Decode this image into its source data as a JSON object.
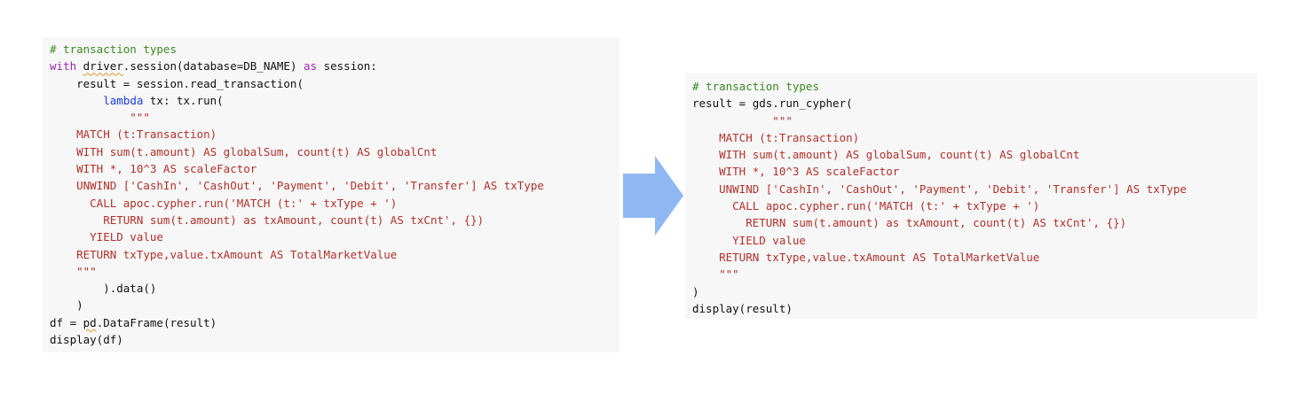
{
  "colors": {
    "comment": "#3c8a23",
    "keyword": "#9c27b0",
    "builtin": "#1a3be0",
    "string": "#b0312b",
    "plain": "#111111",
    "panel_background": "#f7f7f7",
    "arrow": "#8fb8f2"
  },
  "arrow_icon": "arrow-right-icon",
  "left_code": {
    "lines": [
      [
        {
          "t": "# transaction types",
          "c": "comment"
        }
      ],
      [
        {
          "t": "with",
          "c": "keyword"
        },
        {
          "t": " "
        },
        {
          "t": "driver",
          "c": "squig"
        },
        {
          "t": ".session(database=DB_NAME) "
        },
        {
          "t": "as",
          "c": "keyword"
        },
        {
          "t": " session:"
        }
      ],
      [
        {
          "t": "    result = session.read_transaction("
        }
      ],
      [
        {
          "t": "        "
        },
        {
          "t": "lambda",
          "c": "builtin"
        },
        {
          "t": " tx: tx.run("
        }
      ],
      [
        {
          "t": "            \"\"\"",
          "c": "string"
        }
      ],
      [
        {
          "t": "    MATCH (t:Transaction)",
          "c": "string"
        }
      ],
      [
        {
          "t": "    WITH sum(t.amount) AS globalSum, count(t) AS globalCnt",
          "c": "string"
        }
      ],
      [
        {
          "t": "    WITH *, 10^3 AS scaleFactor",
          "c": "string"
        }
      ],
      [
        {
          "t": "    UNWIND ['CashIn', 'CashOut', 'Payment', 'Debit', 'Transfer'] AS txType",
          "c": "string"
        }
      ],
      [
        {
          "t": "      CALL apoc.cypher.run('MATCH (t:' + txType + ')",
          "c": "string"
        }
      ],
      [
        {
          "t": "        RETURN sum(t.amount) as txAmount, count(t) AS txCnt', {})",
          "c": "string"
        }
      ],
      [
        {
          "t": "      YIELD value",
          "c": "string"
        }
      ],
      [
        {
          "t": "    RETURN txType,value.txAmount AS TotalMarketValue",
          "c": "string"
        }
      ],
      [
        {
          "t": "    \"\"\"",
          "c": "string"
        }
      ],
      [
        {
          "t": "        ).data()"
        }
      ],
      [
        {
          "t": "    )"
        }
      ],
      [
        {
          "t": "df = "
        },
        {
          "t": "pd",
          "c": "squig"
        },
        {
          "t": ".DataFrame(result)"
        }
      ],
      [
        {
          "t": "display(df)"
        }
      ]
    ]
  },
  "right_code": {
    "lines": [
      [
        {
          "t": "# transaction types",
          "c": "comment"
        }
      ],
      [
        {
          "t": "result = gds.run_cypher("
        }
      ],
      [
        {
          "t": "            \"\"\"",
          "c": "string"
        }
      ],
      [
        {
          "t": "    MATCH (t:Transaction)",
          "c": "string"
        }
      ],
      [
        {
          "t": "    WITH sum(t.amount) AS globalSum, count(t) AS globalCnt",
          "c": "string"
        }
      ],
      [
        {
          "t": "    WITH *, 10^3 AS scaleFactor",
          "c": "string"
        }
      ],
      [
        {
          "t": "    UNWIND ['CashIn', 'CashOut', 'Payment', 'Debit', 'Transfer'] AS txType",
          "c": "string"
        }
      ],
      [
        {
          "t": "      CALL apoc.cypher.run('MATCH (t:' + txType + ')",
          "c": "string"
        }
      ],
      [
        {
          "t": "        RETURN sum(t.amount) as txAmount, count(t) AS txCnt', {})",
          "c": "string"
        }
      ],
      [
        {
          "t": "      YIELD value",
          "c": "string"
        }
      ],
      [
        {
          "t": "    RETURN txType,value.txAmount AS TotalMarketValue",
          "c": "string"
        }
      ],
      [
        {
          "t": "    \"\"\"",
          "c": "string"
        }
      ],
      [
        {
          "t": ")"
        }
      ],
      [
        {
          "t": "display(result)"
        }
      ]
    ]
  }
}
